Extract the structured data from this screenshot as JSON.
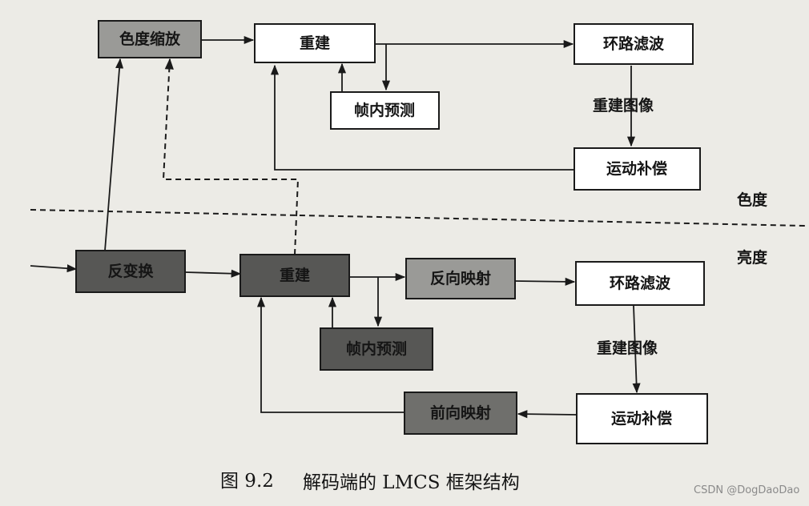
{
  "chroma": {
    "scaling": "色度缩放",
    "recon": "重建",
    "intra": "帧内预测",
    "loopfilter": "环路滤波",
    "recon_pic": "重建图像",
    "mc": "运动补偿",
    "region": "色度"
  },
  "luma": {
    "inv_transform": "反变换",
    "recon": "重建",
    "inv_map": "反向映射",
    "intra": "帧内预测",
    "loopfilter": "环路滤波",
    "recon_pic": "重建图像",
    "fwd_map": "前向映射",
    "mc": "运动补偿",
    "region": "亮度"
  },
  "caption": {
    "number": "图 9.2",
    "text": "解码端的 LMCS 框架结构"
  },
  "watermark": "CSDN @DogDaoDao"
}
